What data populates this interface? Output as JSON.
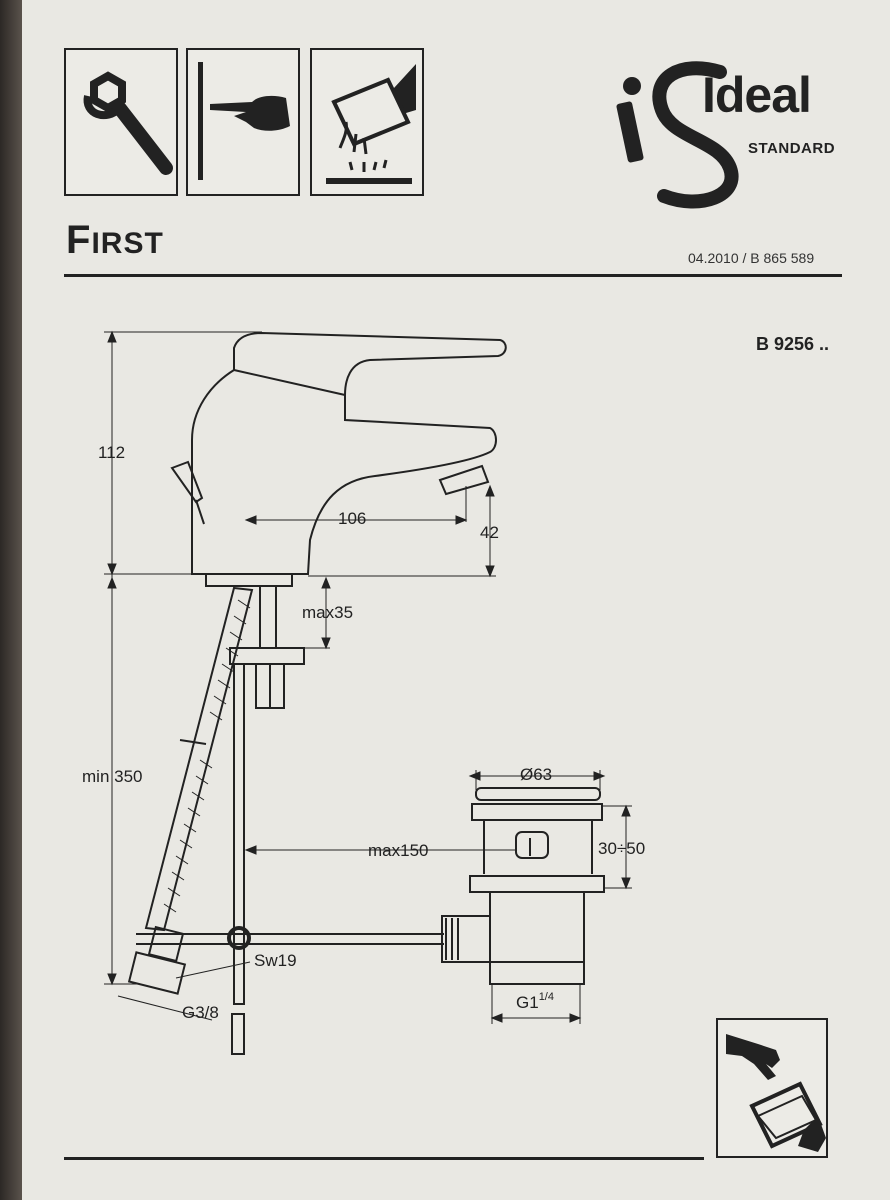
{
  "header": {
    "product_title_initial": "F",
    "product_title_rest": "IRST",
    "doc_code": "04.2010 / B 865 589",
    "model_code": "B 9256 .."
  },
  "brand": {
    "word": "Ideal",
    "sub": "STANDARD"
  },
  "icons": [
    "wrench-icon",
    "pointing-hand-icon",
    "hand-cleaning-icon",
    "hands-exchange-document-icon"
  ],
  "dimensions": {
    "height_total": "112",
    "spout_reach": "106",
    "spout_height": "42",
    "max_thickness": "max35",
    "min_length": "min 350",
    "waste_diameter": "Ø63",
    "waste_height": "30÷50",
    "max_distance": "max150",
    "spanner": "Sw19",
    "connector": "G3/8",
    "waste_thread": "G1",
    "waste_thread_sup": "1/4"
  }
}
